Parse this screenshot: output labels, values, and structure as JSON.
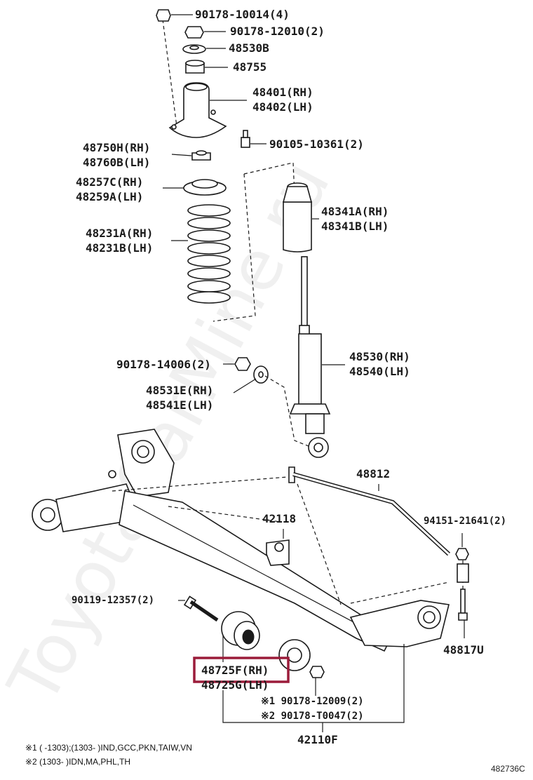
{
  "watermark": "ToyotaCarMine.ru",
  "labels": {
    "nut_top": "90178-10014(4)",
    "nut_second": "90178-12010(2)",
    "washer": "48530B",
    "cushion": "48755",
    "support_rh": "48401(RH)",
    "support_lh": "48402(LH)",
    "bolt_support": "90105-10361(2)",
    "bumper_rh": "48750H(RH)",
    "bumper_lh": "48760B(LH)",
    "insulator_rh": "48257C(RH)",
    "insulator_lh": "48259A(LH)",
    "boot_rh": "48341A(RH)",
    "boot_lh": "48341B(LH)",
    "spring_rh": "48231A(RH)",
    "spring_lh": "48231B(LH)",
    "absorber_nut": "90178-14006(2)",
    "absorber_rh": "48530(RH)",
    "absorber_lh": "48540(LH)",
    "washer2_rh": "48531E(RH)",
    "washer2_lh": "48541E(LH)",
    "stabilizer_bar": "48812",
    "bracket": "42118",
    "stab_nut": "94151-21641(2)",
    "link_bolt": "48817U",
    "beam_bolt": "90119-12357(2)",
    "bushing_rh": "48725F(RH)",
    "bushing_lh": "48725G(LH)",
    "beam_nut_1": "※1 90178-12009(2)",
    "beam_nut_2": "※2 90178-T0047(2)",
    "axle_beam": "42110F"
  },
  "footnotes": {
    "note1": "※1 (        -1303);(1303-         )IND,GCC,PKN,TAIW,VN",
    "note2": "※2 (1303-        )IDN,MA,PHL,TH"
  },
  "reference": "482736C",
  "highlight_color": "#9b1c3a"
}
